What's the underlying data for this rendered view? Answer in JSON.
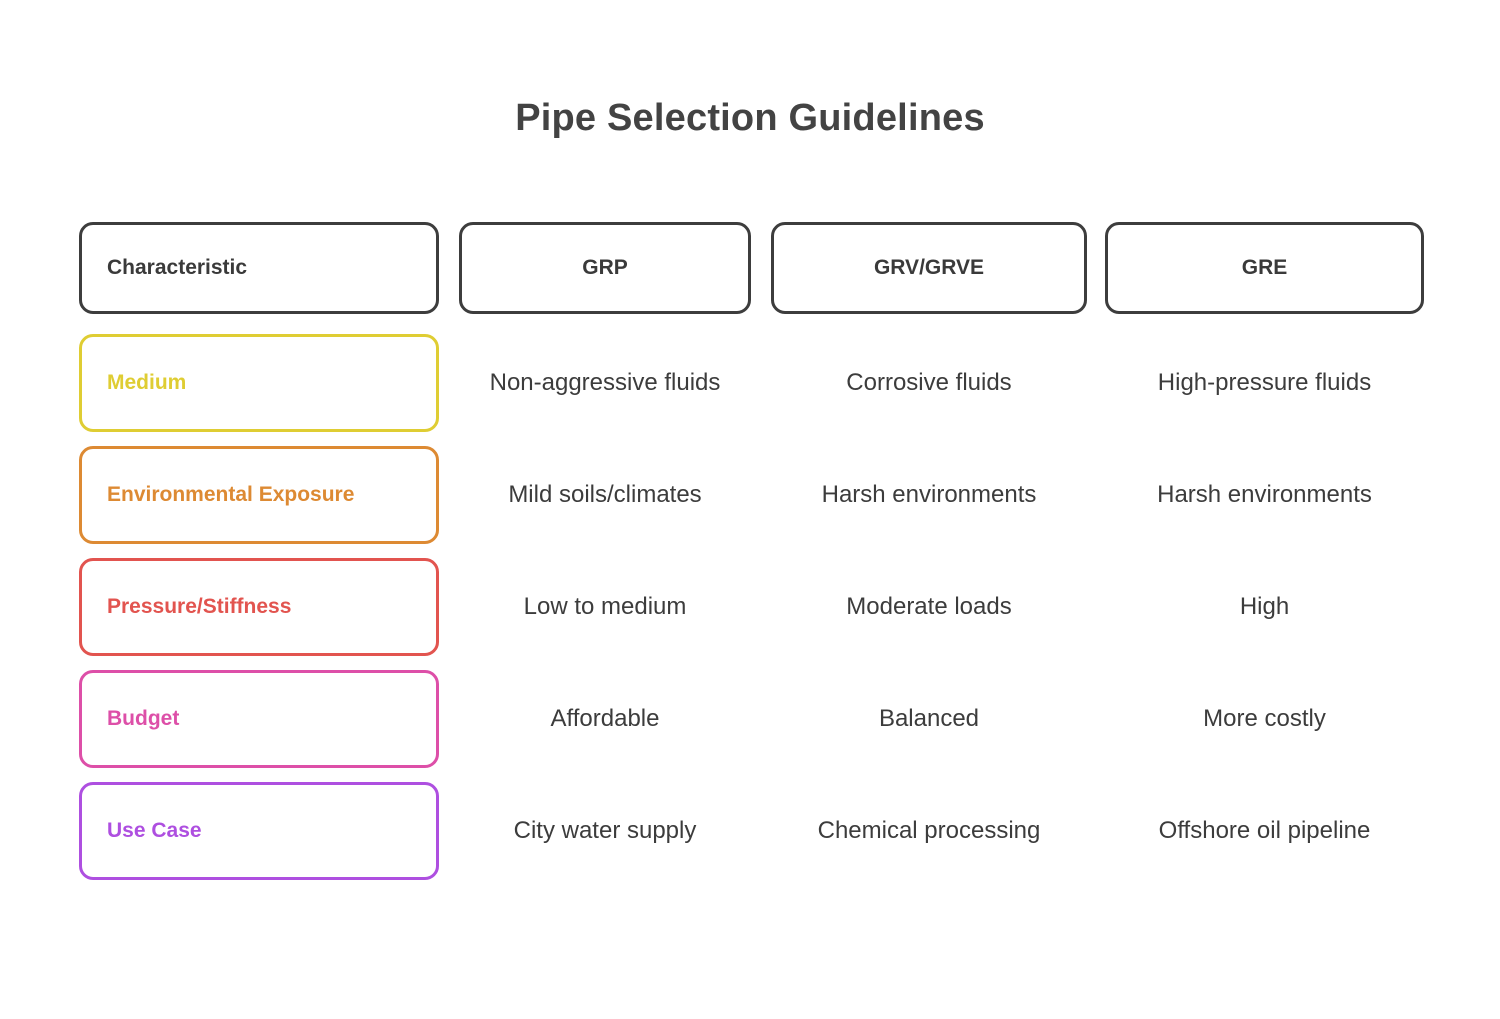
{
  "page": {
    "title": "Pipe Selection Guidelines",
    "background_color": "#ffffff",
    "title_color": "#434343"
  },
  "table": {
    "headers": [
      {
        "label": "Characteristic",
        "align": "left"
      },
      {
        "label": "GRP",
        "align": "center"
      },
      {
        "label": "GRV/GRVE",
        "align": "center"
      },
      {
        "label": "GRE",
        "align": "center"
      }
    ],
    "header_border_color": "#3d3d3d",
    "rows": [
      {
        "label": "Medium",
        "color": "#dfcd33",
        "grp": "Non-aggressive fluids",
        "grv_grve": "Corrosive fluids",
        "gre": "High-pressure fluids"
      },
      {
        "label": "Environmental Exposure",
        "color": "#dd8a33",
        "grp": "Mild soils/climates",
        "grv_grve": "Harsh environments",
        "gre": "Harsh environments"
      },
      {
        "label": "Pressure/Stiffness",
        "color": "#e2544f",
        "grp": "Low to medium",
        "grv_grve": "Moderate loads",
        "gre": "High"
      },
      {
        "label": "Budget",
        "color": "#dd4fa8",
        "grp": "Affordable",
        "grv_grve": "Balanced",
        "gre": "More costly"
      },
      {
        "label": "Use Case",
        "color": "#ae4fe0",
        "grp": "City water supply",
        "grv_grve": "Chemical processing",
        "gre": "Offshore oil pipeline"
      }
    ]
  }
}
